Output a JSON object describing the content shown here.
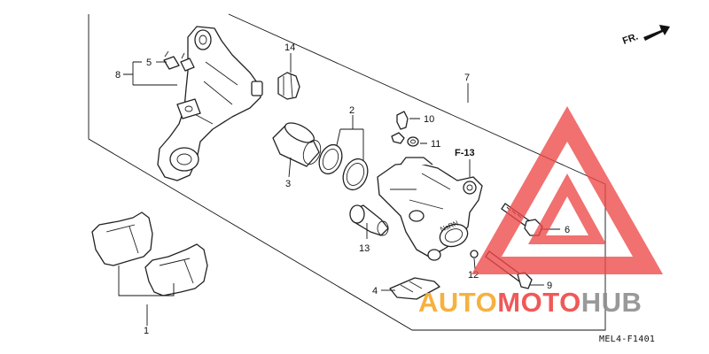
{
  "diagram": {
    "callouts": [
      {
        "id": "p1",
        "text": "1"
      },
      {
        "id": "p2",
        "text": "2"
      },
      {
        "id": "p3",
        "text": "3"
      },
      {
        "id": "p4",
        "text": "4"
      },
      {
        "id": "p5",
        "text": "5"
      },
      {
        "id": "p6",
        "text": "6"
      },
      {
        "id": "p7",
        "text": "7"
      },
      {
        "id": "p8",
        "text": "8"
      },
      {
        "id": "p9",
        "text": "9"
      },
      {
        "id": "p10",
        "text": "10"
      },
      {
        "id": "p11",
        "text": "11"
      },
      {
        "id": "p12",
        "text": "12"
      },
      {
        "id": "p13",
        "text": "13"
      },
      {
        "id": "p14",
        "text": "14"
      }
    ],
    "ref_label": "F-13",
    "direction_label": "FR.",
    "caliper_marking": "NsRN",
    "diagram_code": "MEL4-F1401"
  },
  "watermark": {
    "brand_part1": "AUTO",
    "brand_part2": "MOTO",
    "brand_part3": "HUB",
    "colors": {
      "orange": "#f6a92b",
      "red": "#ee4848",
      "gray": "#8e8e8e"
    }
  }
}
